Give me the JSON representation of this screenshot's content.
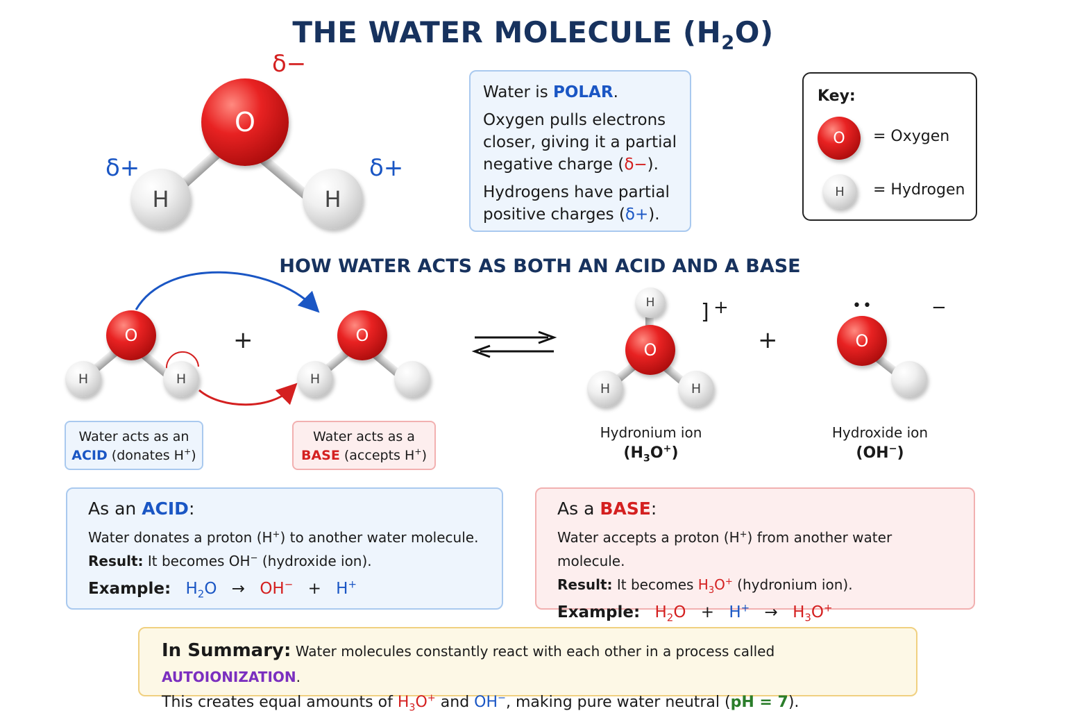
{
  "title": "THE WATER MOLECULE (H",
  "title_sub": "2",
  "title_end": "O)",
  "top_molecule": {
    "oxygen": "O",
    "hydrogen_left": "H",
    "hydrogen_right": "H",
    "delta_minus": "δ−",
    "delta_plus_left": "δ+",
    "delta_plus_right": "δ+"
  },
  "polar_box": {
    "l1a": "Water is ",
    "l1b": "POLAR",
    "l1c": ".",
    "l2a": "Oxygen pulls electrons closer, giving it a partial negative charge (",
    "l2b": "δ−",
    "l2c": ").",
    "l3a": "Hydrogens have partial positive charges (",
    "l3b": "δ+",
    "l3c": ")."
  },
  "key": {
    "title": "Key:",
    "oxygen_symbol": "O",
    "oxygen_label": "= Oxygen",
    "hydrogen_symbol": "H",
    "hydrogen_label": "= Hydrogen"
  },
  "subtitle": "HOW WATER ACTS AS BOTH AN ACID AND A BASE",
  "reaction": {
    "o": "O",
    "h": "H",
    "plus": "+",
    "hydronium_charge_bracket": "]",
    "hydronium_charge": "+",
    "hydroxide_charge": "−",
    "lone_pair": "••"
  },
  "acid_role": {
    "l1": "Water acts as an",
    "l2a": "ACID",
    "l2b": " (donates H",
    "l2sup": "+",
    "l2c": ")"
  },
  "base_role": {
    "l1": "Water acts as a",
    "l2a": "BASE",
    "l2b": " (accepts H",
    "l2sup": "+",
    "l2c": ")"
  },
  "hydronium": {
    "name": "Hydronium ion",
    "f1": "(H",
    "fsub": "3",
    "f2": "O",
    "fsup": "+",
    "f3": ")"
  },
  "hydroxide": {
    "name": "Hydroxide ion",
    "formula": "(OH",
    "fsup": "−",
    "f3": ")"
  },
  "acid_box": {
    "head_a": "As an ",
    "head_b": "ACID",
    "head_c": ":",
    "line1a": "Water donates a proton (H",
    "line1sup": "+",
    "line1b": ") to another water molecule.",
    "result_label": "Result:",
    "result_text": " It becomes OH",
    "result_sup": "−",
    "result_end": " (hydroxide ion).",
    "example_label": "Example:",
    "ex_h": "H",
    "ex_sub": "2",
    "ex_o": "O",
    "arrow": "→",
    "ex_oh": "OH",
    "ex_oh_sup": "−",
    "plus": "+",
    "ex_hp": "H",
    "ex_hp_sup": "+"
  },
  "base_box": {
    "head_a": "As a ",
    "head_b": "BASE",
    "head_c": ":",
    "line1a": "Water accepts a proton (H",
    "line1sup": "+",
    "line1b": ") from another water molecule.",
    "result_label": "Result:",
    "result_text": " It becomes ",
    "result_h": "H",
    "result_sub": "3",
    "result_o": "O",
    "result_sup": "+",
    "result_end": " (hydronium ion).",
    "example_label": "Example:",
    "ex_h": "H",
    "ex_sub": "2",
    "ex_o": "O",
    "plus": "+",
    "ex_hp": "H",
    "ex_hp_sup": "+",
    "arrow": "→",
    "ex_r_h": "H",
    "ex_r_sub": "3",
    "ex_r_o": "O",
    "ex_r_sup": "+"
  },
  "summary": {
    "label": "In Summary:",
    "t1": " Water molecules constantly react with each other in a process called ",
    "autoionization": "AUTOIONIZATION",
    "t2": ".",
    "t3": "This creates equal amounts of ",
    "h3o_h": "H",
    "h3o_sub": "3",
    "h3o_o": "O",
    "h3o_sup": "+",
    "and": " and ",
    "oh": "OH",
    "oh_sup": "−",
    "t4": ", making pure water neutral (",
    "ph": "pH = 7",
    "t5": ")."
  },
  "colors": {
    "title": "#17325e",
    "acid_blue": "#1a56c4",
    "base_red": "#d42020",
    "purple": "#7b2fbf",
    "green": "#2a7d2a"
  }
}
